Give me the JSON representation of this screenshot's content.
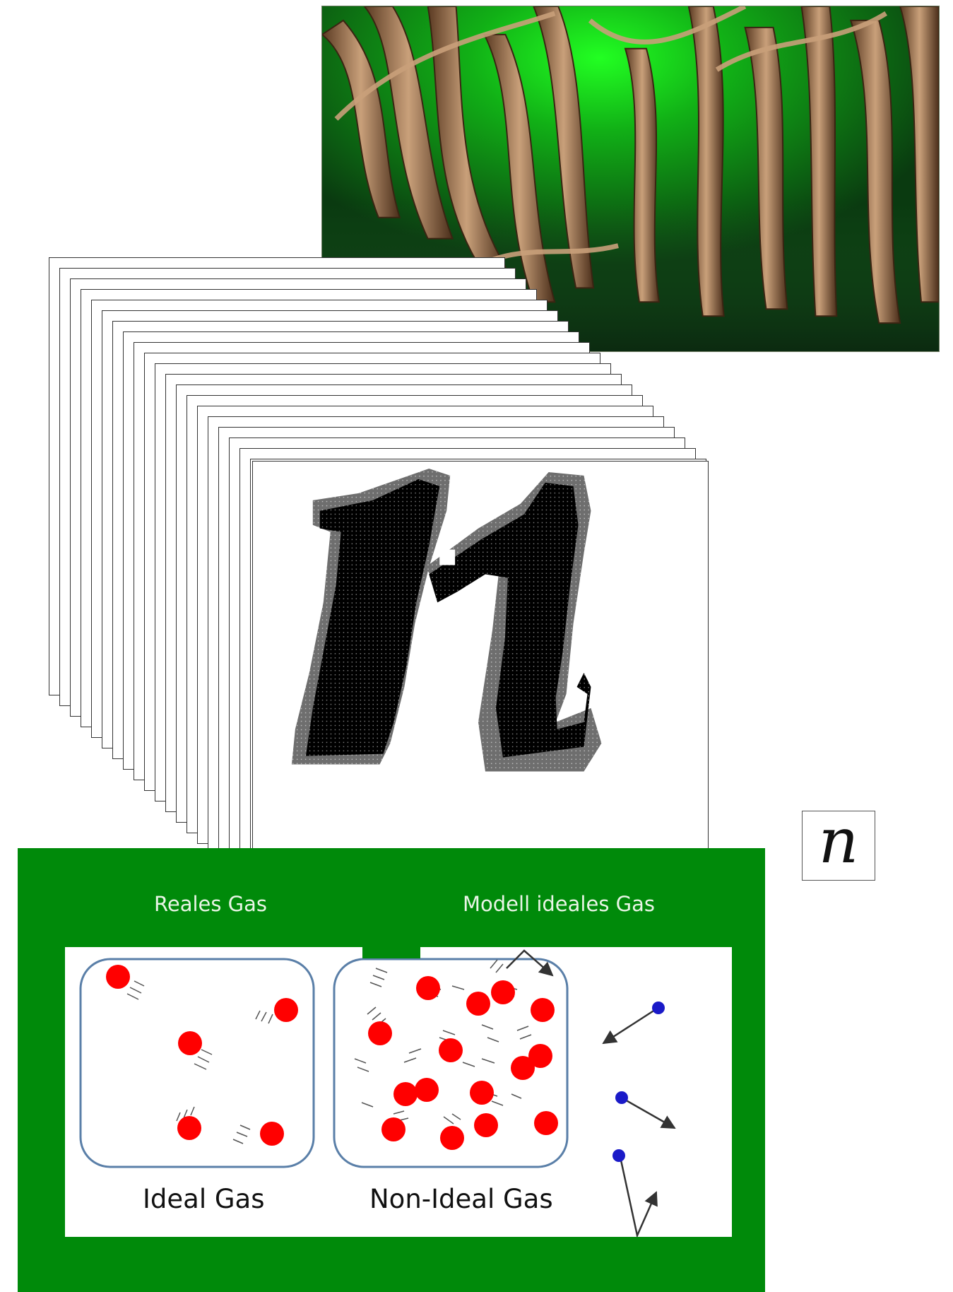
{
  "photo": {
    "subject": "forest-trunks-green-light"
  },
  "glyph": {
    "large": "n",
    "small": "n"
  },
  "panel": {
    "label_left": "Reales Gas",
    "label_right": "Modell ideales Gas",
    "caption_ideal": "Ideal Gas",
    "caption_nonideal": "Non-Ideal Gas"
  },
  "colors": {
    "panel_green": "#008a0a",
    "molecule_red": "#ff0000",
    "molecule_blue": "#1a1ac8",
    "box_border": "#5a7fa8"
  }
}
